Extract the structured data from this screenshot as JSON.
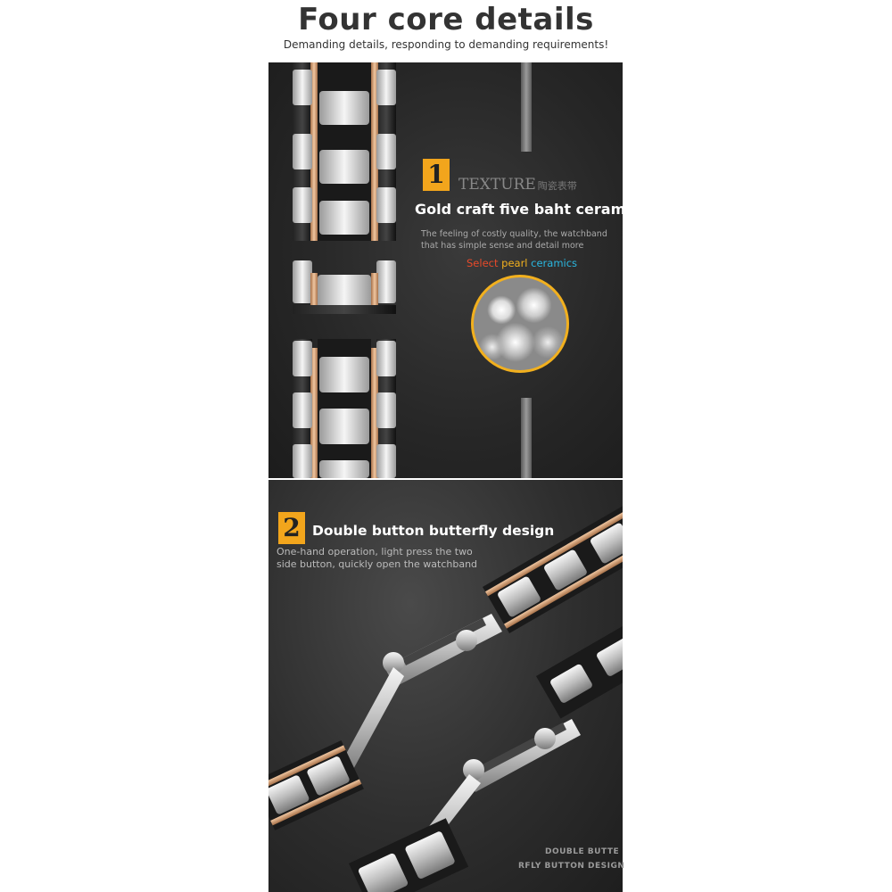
{
  "header": {
    "title": "Four core details",
    "subtitle": "Demanding details, responding to demanding requirements!"
  },
  "section1": {
    "number": "1",
    "texture_label": "TEXTURE",
    "texture_suffix": "陶瓷表带",
    "heading": "Gold craft five baht ceramics",
    "desc_line1": "The feeling of costly quality, the watchband",
    "desc_line2": "that has simple sense and detail more",
    "select_word": "Select",
    "pearl_word": "pearl",
    "ceramics_word": "ceramics"
  },
  "section2": {
    "number": "2",
    "heading": "Double button butterfly design",
    "desc_line1": "One-hand operation, light press the two",
    "desc_line2": "side button, quickly open the watchband",
    "caption_line1": "DOUBLE BUTTE",
    "caption_line2": "RFLY BUTTON DESIGN"
  },
  "colors": {
    "accent": "#f2a51c",
    "rose_gold": "#d9a27a",
    "select": "#e84a2a",
    "pearl": "#f2b01e",
    "ceramics": "#2ab7e0"
  }
}
